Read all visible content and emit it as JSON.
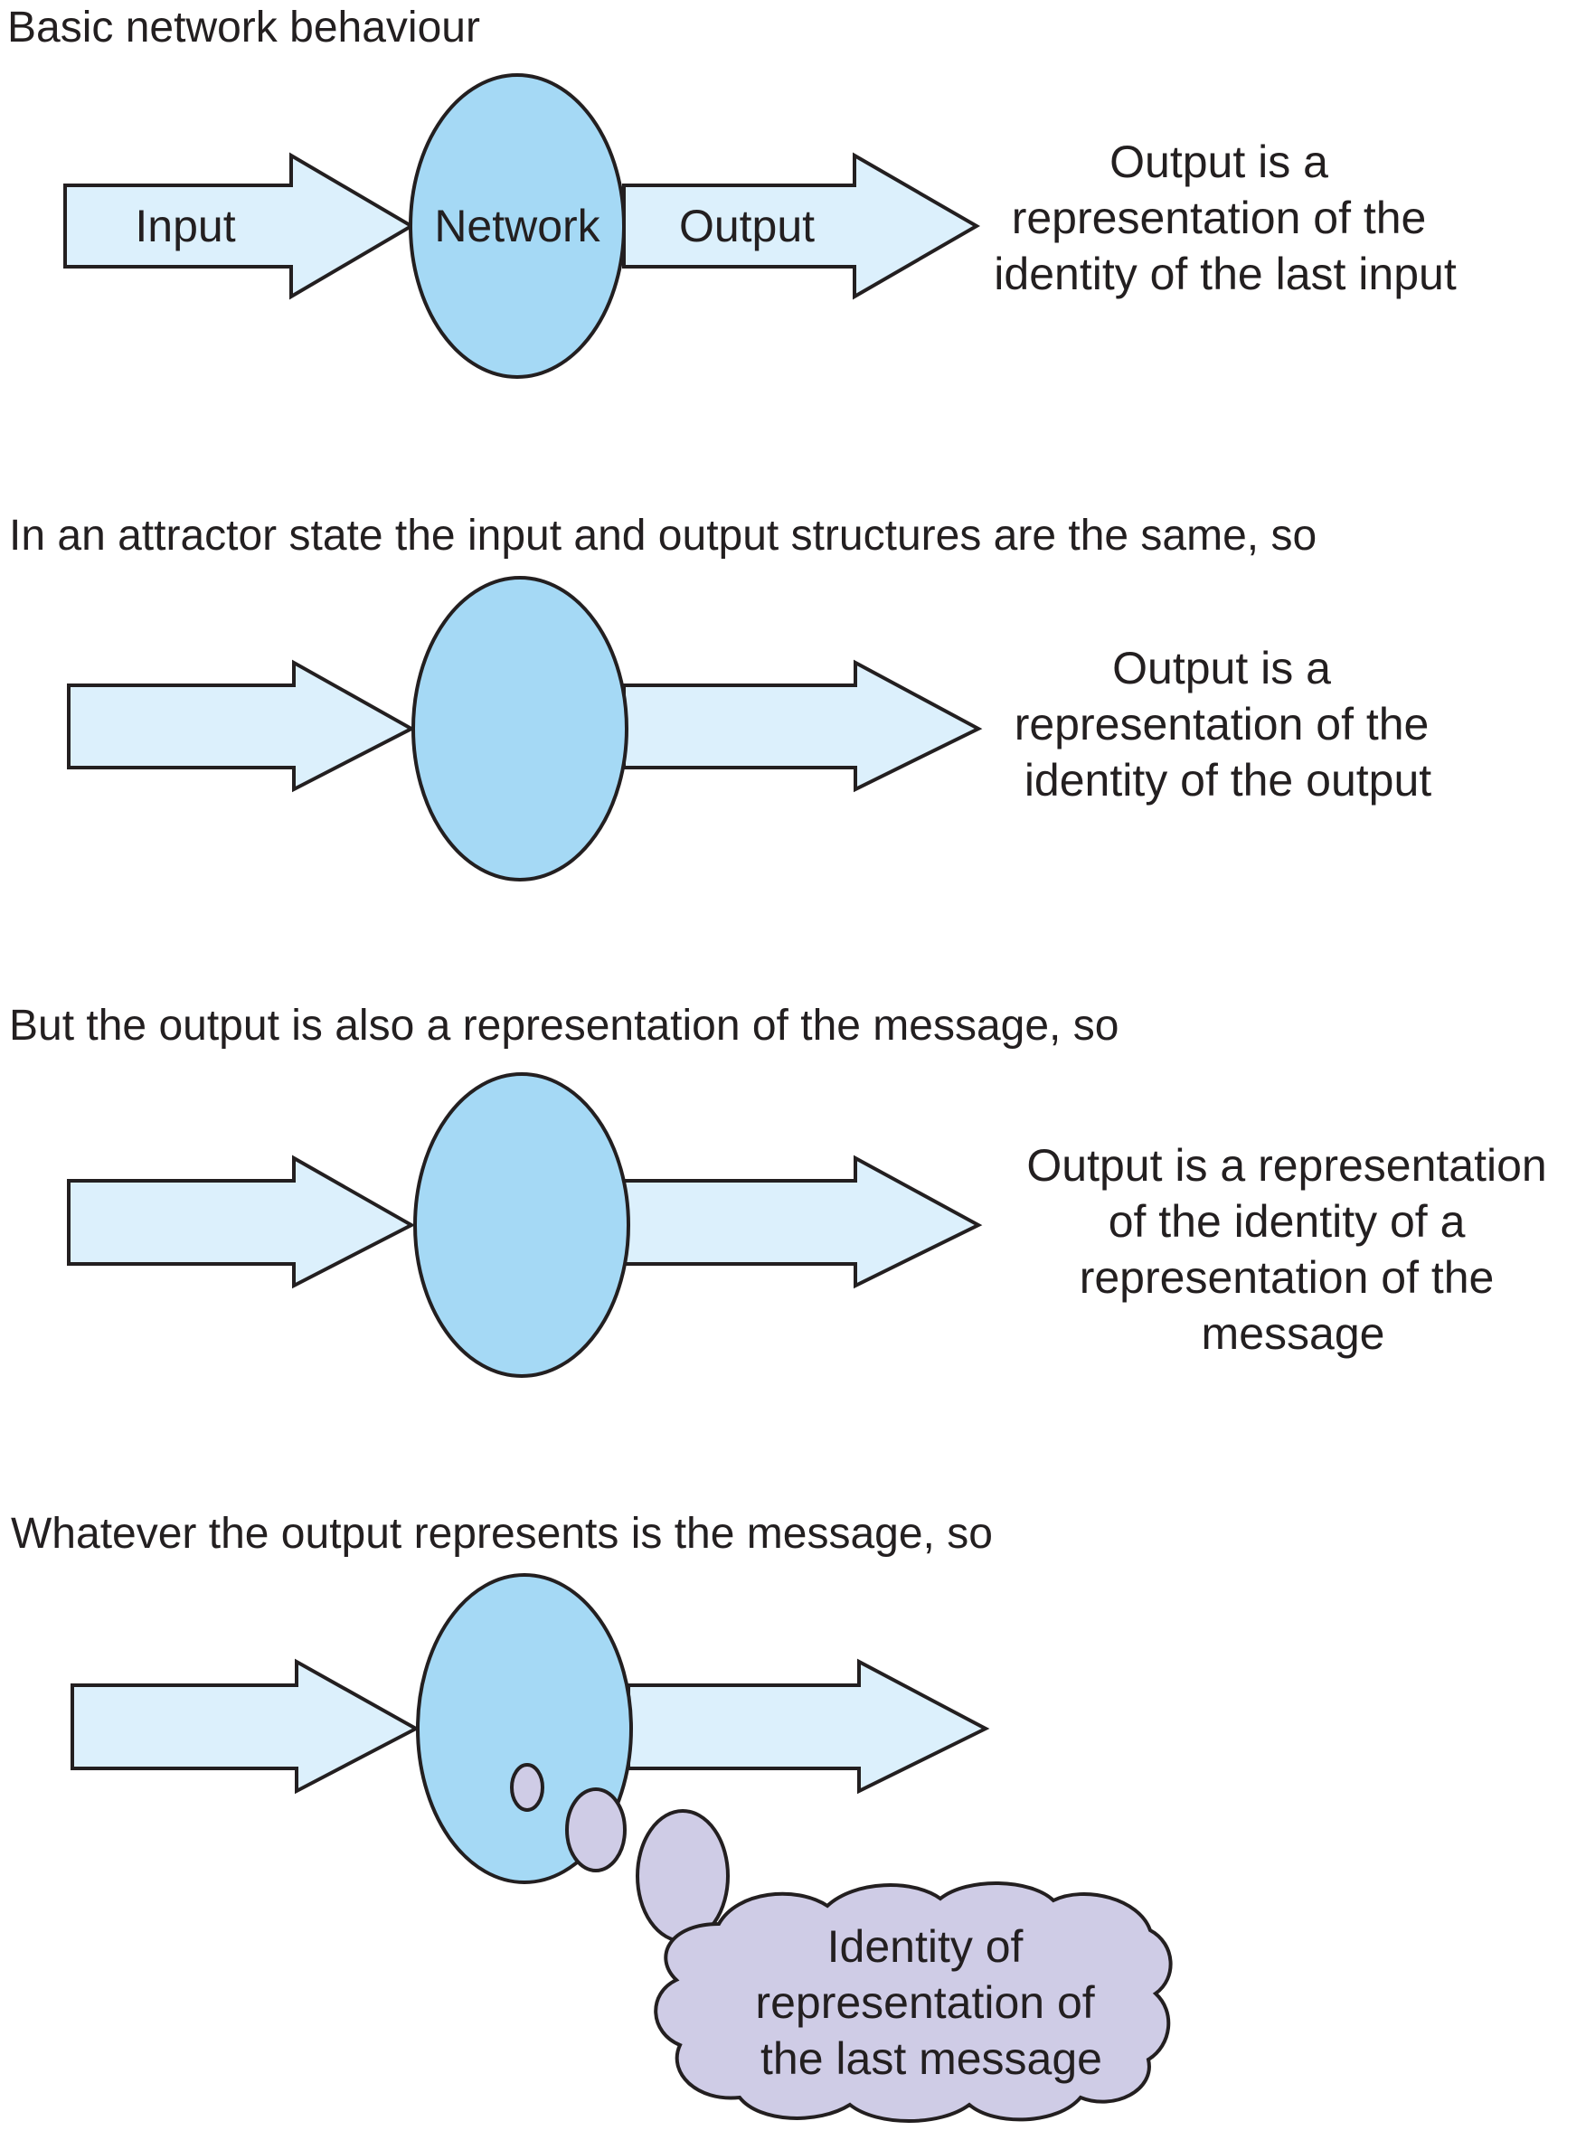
{
  "colors": {
    "arrow_fill": "#dcf0fc",
    "network_fill": "#a5d9f5",
    "thought_fill": "#cfcce6",
    "outline": "#231f20"
  },
  "panels": [
    {
      "heading": "Basic network behaviour",
      "input_label": "Input",
      "network_label": "Network",
      "output_label": "Output",
      "caption": [
        "Output is a",
        "representation of the",
        "identity of the last input"
      ]
    },
    {
      "heading": "In an attractor state the input and output structures are the same, so",
      "caption": [
        "Output is a",
        "representation of the",
        "identity of the output"
      ]
    },
    {
      "heading": "But the output is also a representation of the message, so",
      "caption": [
        "Output is a representation",
        "of the identity of a",
        "representation of the",
        "message"
      ]
    },
    {
      "heading": "Whatever the output represents is the message, so",
      "thought_bubble": [
        "Identity of",
        "representation of",
        "the last message"
      ]
    }
  ]
}
